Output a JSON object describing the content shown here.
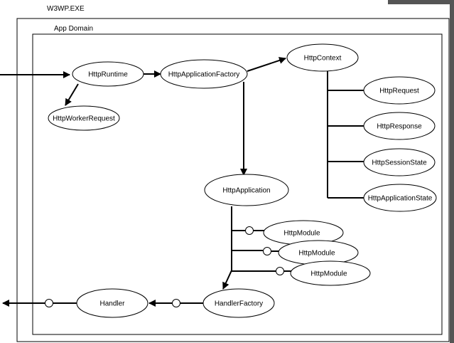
{
  "process_label": "W3WP.EXE",
  "domain_label": "App Domain",
  "nodes": {
    "http_runtime": "HttpRuntime",
    "http_worker_request": "HttpWorkerRequest",
    "http_application_factory": "HttpApplicationFactory",
    "http_context": "HttpContext",
    "http_request": "HttpRequest",
    "http_response": "HttpResponse",
    "http_session_state": "HttpSessionState",
    "http_application_state": "HttpApplicationState",
    "http_application": "HttpApplication",
    "http_module_1": "HttpModule",
    "http_module_2": "HttpModule",
    "http_module_3": "HttpModule",
    "handler_factory": "HandlerFactory",
    "handler": "Handler"
  },
  "colors": {
    "stroke": "#000000",
    "background": "#ffffff",
    "shadow": "#555555"
  }
}
